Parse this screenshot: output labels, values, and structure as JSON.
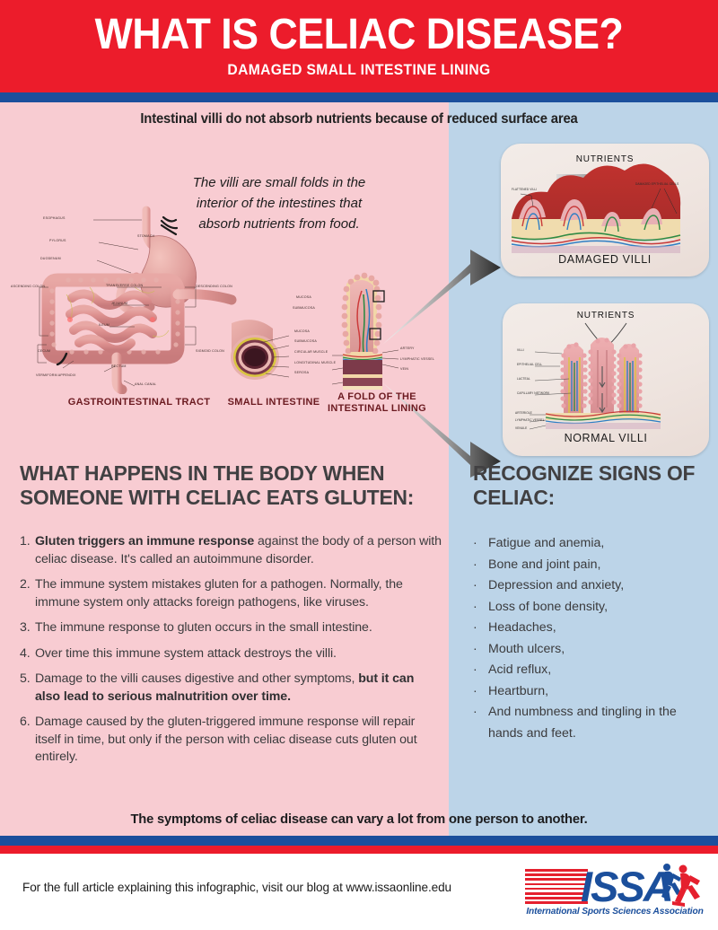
{
  "header": {
    "title": "WHAT IS CELIAC DISEASE?",
    "subtitle": "DAMAGED SMALL INTESTINE LINING"
  },
  "colors": {
    "red": "#ec1c2b",
    "blue": "#1b4f9c",
    "pink_panel": "#f8ccd2",
    "blue_panel": "#bcd4e8",
    "heading_gray": "#414042",
    "caption_maroon": "#6b1a20"
  },
  "subhead": "Intestinal villi do not absorb nutrients because of reduced surface area",
  "villi_note": "The villi are small folds in the interior of the intestines that absorb nutrients from food.",
  "diagram": {
    "captions": [
      {
        "text": "GASTROINTESTINAL TRACT"
      },
      {
        "text": "SMALL INTESTINE"
      },
      {
        "text": "A FOLD OF THE INTESTINAL LINING"
      }
    ],
    "gi_labels": [
      "ESOPHAGUS",
      "PYLORUS",
      "STOMACH",
      "DUODENUM",
      "TRANSVERSE COLON",
      "JEJUNUM",
      "ILEUM",
      "ASCENDING COLON",
      "DESCENDING COLON",
      "CECUM",
      "SIGMOID COLON",
      "VERMIFORM APPENDIX",
      "RECTUM",
      "ANAL CANAL"
    ],
    "cross_section_labels": [
      "MUCOSA",
      "SUBMUCOSA",
      "CIRCULAR MUSCLE",
      "LONGITUDINAL MUSCLE",
      "SEROSA"
    ],
    "fold_labels_left": [
      "MUCOSA",
      "SUBMUCOSA",
      "CIRCULAR MUSCLE",
      "LONGITUDINAL MUSCLE",
      "SEROSA"
    ],
    "fold_labels_right": [
      "ARTERY",
      "LYMPHATIC VESSEL",
      "VEIN"
    ]
  },
  "villi_panels": [
    {
      "title": "DAMAGED VILLI",
      "nutrients_label": "NUTRIENTS",
      "labels": [
        "FLATTENED VILLI",
        "DAMAGED EPITHELIAL CELLS"
      ]
    },
    {
      "title": "NORMAL VILLI",
      "nutrients_label": "NUTRIENTS",
      "labels": [
        "VILLI",
        "EPITHELIAL CELL",
        "LACTEAL",
        "CAPILLARY NETWORK",
        "ARTERIOLE",
        "LYMPHATIC VESSEL",
        "VENULE"
      ]
    }
  ],
  "left_column": {
    "heading": "WHAT HAPPENS IN THE BODY WHEN SOMEONE WITH CELIAC EATS GLUTEN:",
    "items": [
      {
        "num": "1.",
        "bold_prefix": "Gluten triggers an immune response",
        "text": " against the body of a person with celiac disease. It's called an autoimmune disorder.",
        "bold_suffix": ""
      },
      {
        "num": "2.",
        "bold_prefix": "",
        "text": "The immune system mistakes gluten for a pathogen. Normally, the immune system only attacks foreign pathogens, like viruses.",
        "bold_suffix": ""
      },
      {
        "num": "3.",
        "bold_prefix": "",
        "text": "The immune response to gluten occurs in the small intestine.",
        "bold_suffix": ""
      },
      {
        "num": "4.",
        "bold_prefix": "",
        "text": "Over time this immune system attack destroys the villi.",
        "bold_suffix": ""
      },
      {
        "num": "5.",
        "bold_prefix": "",
        "text": "Damage to the villi causes digestive and other symptoms, ",
        "bold_suffix": "but it can also lead to serious malnutrition over time."
      },
      {
        "num": "6.",
        "bold_prefix": "",
        "text": "Damage caused by the gluten-triggered immune response will repair itself in time, but only if the person with celiac disease cuts gluten out entirely.",
        "bold_suffix": ""
      }
    ]
  },
  "right_column": {
    "heading": "RECOGNIZE SIGNS OF CELIAC:",
    "bullet_char": "·",
    "items": [
      "Fatigue and anemia,",
      "Bone and joint pain,",
      "Depression and anxiety,",
      "Loss of bone density,",
      "Headaches,",
      "Mouth ulcers,",
      "Acid reflux,",
      "Heartburn,",
      "And numbness and tingling in the hands and feet."
    ]
  },
  "closing": "The symptoms of celiac disease can vary a lot from one person to another.",
  "footer": {
    "text": "For the full article explaining this infographic, visit our blog at www.issaonline.edu",
    "logo_text": "ISSA",
    "logo_tagline": "International Sports Sciences Association"
  }
}
